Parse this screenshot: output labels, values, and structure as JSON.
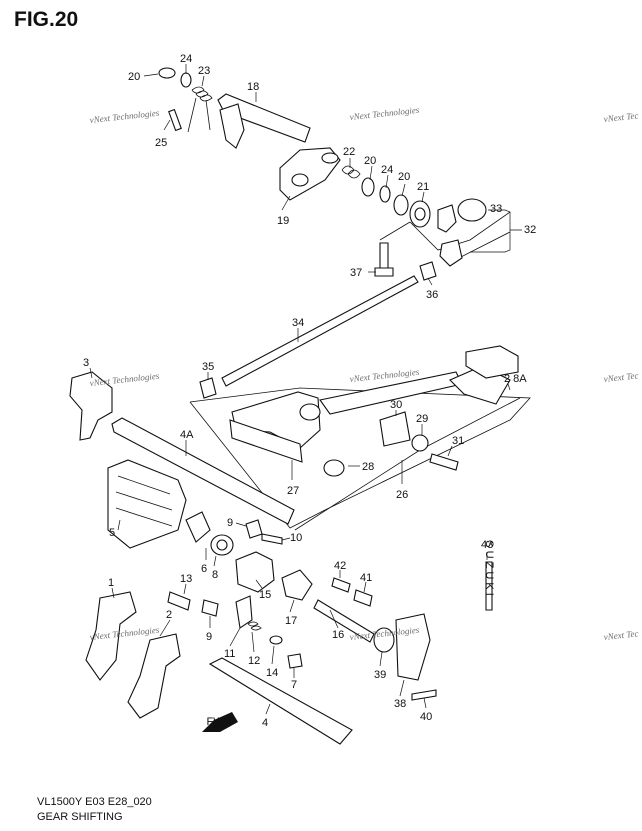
{
  "figure": {
    "title": "FIG.20"
  },
  "footer": {
    "model_code": "VL1500Y E03 E28_020",
    "section_name": "GEAR SHIFTING"
  },
  "watermark": {
    "text": "vNext Technologies",
    "ghost_text": "vNext Tec"
  },
  "direction_label": "FWD",
  "part_label_43_text": "S U Z U K I",
  "callouts": [
    "20",
    "24",
    "23",
    "18",
    "25",
    "22",
    "20",
    "24",
    "20",
    "21",
    "33",
    "32",
    "19",
    "37",
    "36",
    "34",
    "3",
    "35",
    "2 8A",
    "30",
    "29",
    "4A",
    "31",
    "28",
    "27",
    "26",
    "5",
    "9",
    "10",
    "6",
    "8",
    "43",
    "13",
    "42",
    "41",
    "1",
    "15",
    "17",
    "2",
    "9",
    "16",
    "11",
    "12",
    "14",
    "7",
    "39",
    "38",
    "40",
    "4"
  ],
  "colors": {
    "line": "#111111",
    "watermark": "#6d6d6d",
    "background": "#ffffff"
  }
}
